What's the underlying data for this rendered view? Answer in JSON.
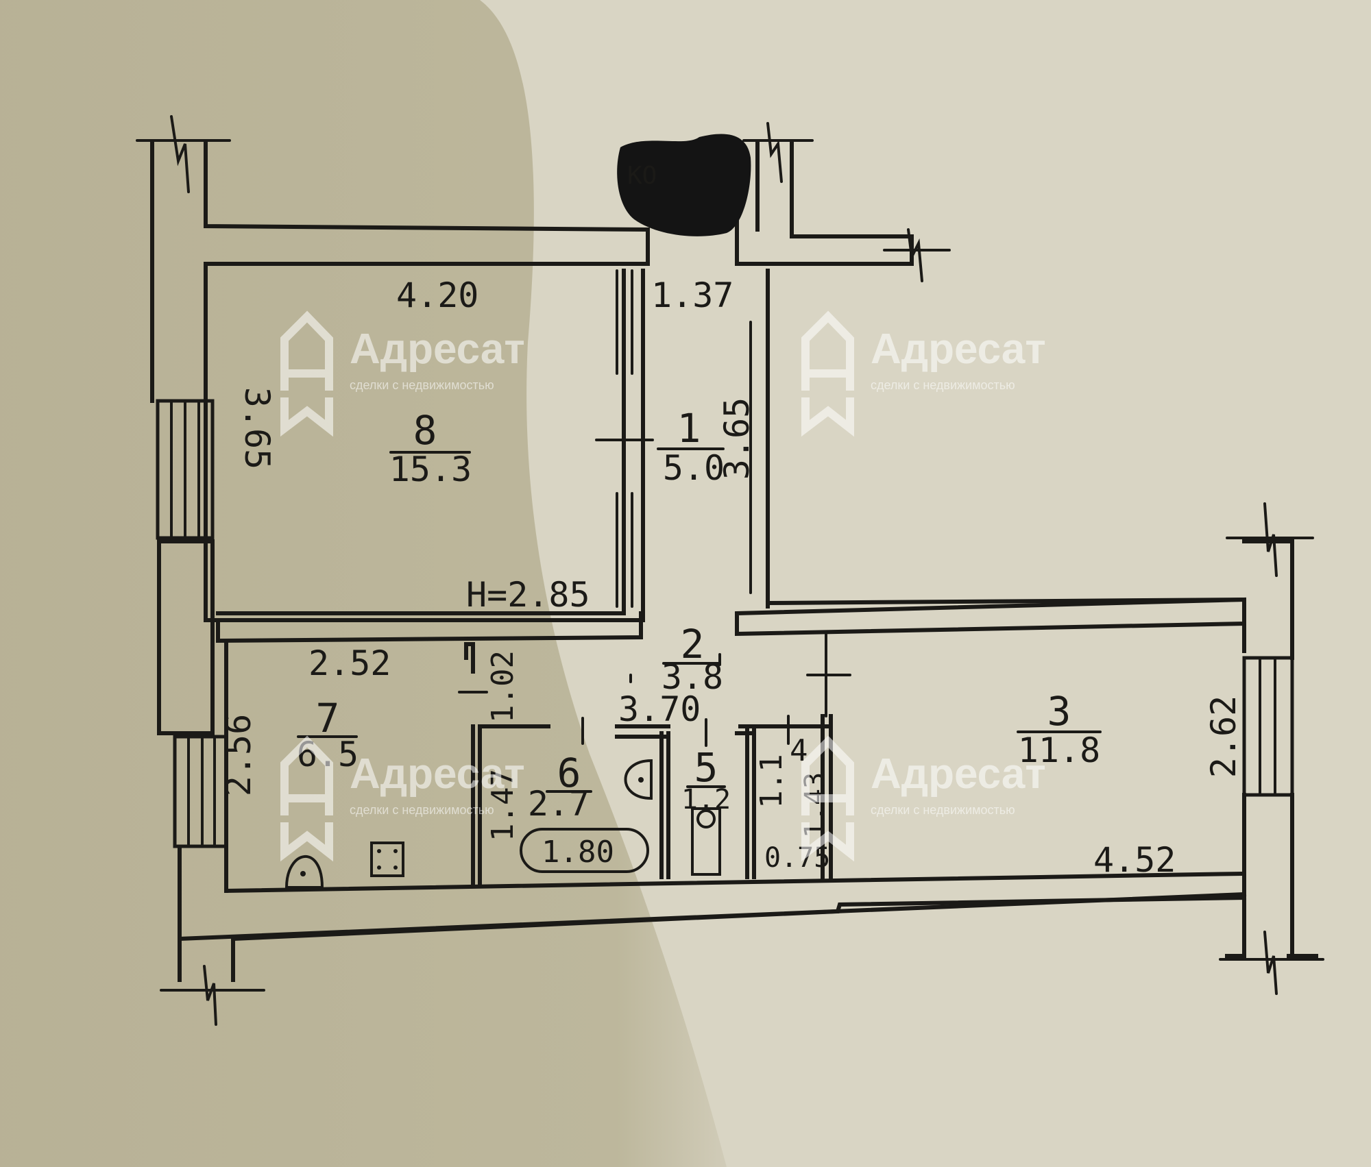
{
  "stamp": "КО",
  "watermark": {
    "brand": "Адресат",
    "tagline": "сделки с недвижимостью"
  },
  "rooms": [
    {
      "id": "8",
      "area": "15.3"
    },
    {
      "id": "1",
      "area": "5.0"
    },
    {
      "id": "2",
      "area": "3.8"
    },
    {
      "id": "7",
      "area": "6.5"
    },
    {
      "id": "6",
      "area": "2.7"
    },
    {
      "id": "5",
      "area": "1.2"
    },
    {
      "id": "4",
      "area": "1.1"
    },
    {
      "id": "3",
      "area": "11.8"
    }
  ],
  "dimensions": {
    "d_4_20": "4.20",
    "d_1_37": "1.37",
    "d_3_65_left": "3.65",
    "d_3_65_mid": "3.65",
    "ceiling": "H=2.85",
    "d_2_52": "2.52",
    "d_1_02": "1.02",
    "d_3_70": "3.70",
    "d_2_56": "2.56",
    "d_1_47": "1.47",
    "d_1_80": "1.80",
    "d_1_43": "1.43",
    "d_0_75": "0.75",
    "d_4_52": "4.52",
    "d_2_62": "2.62"
  },
  "colors": {
    "paper": "#d9d5c4",
    "ink": "#1b1a17",
    "shadow": "#b5ae91",
    "redaction": "#141414"
  }
}
